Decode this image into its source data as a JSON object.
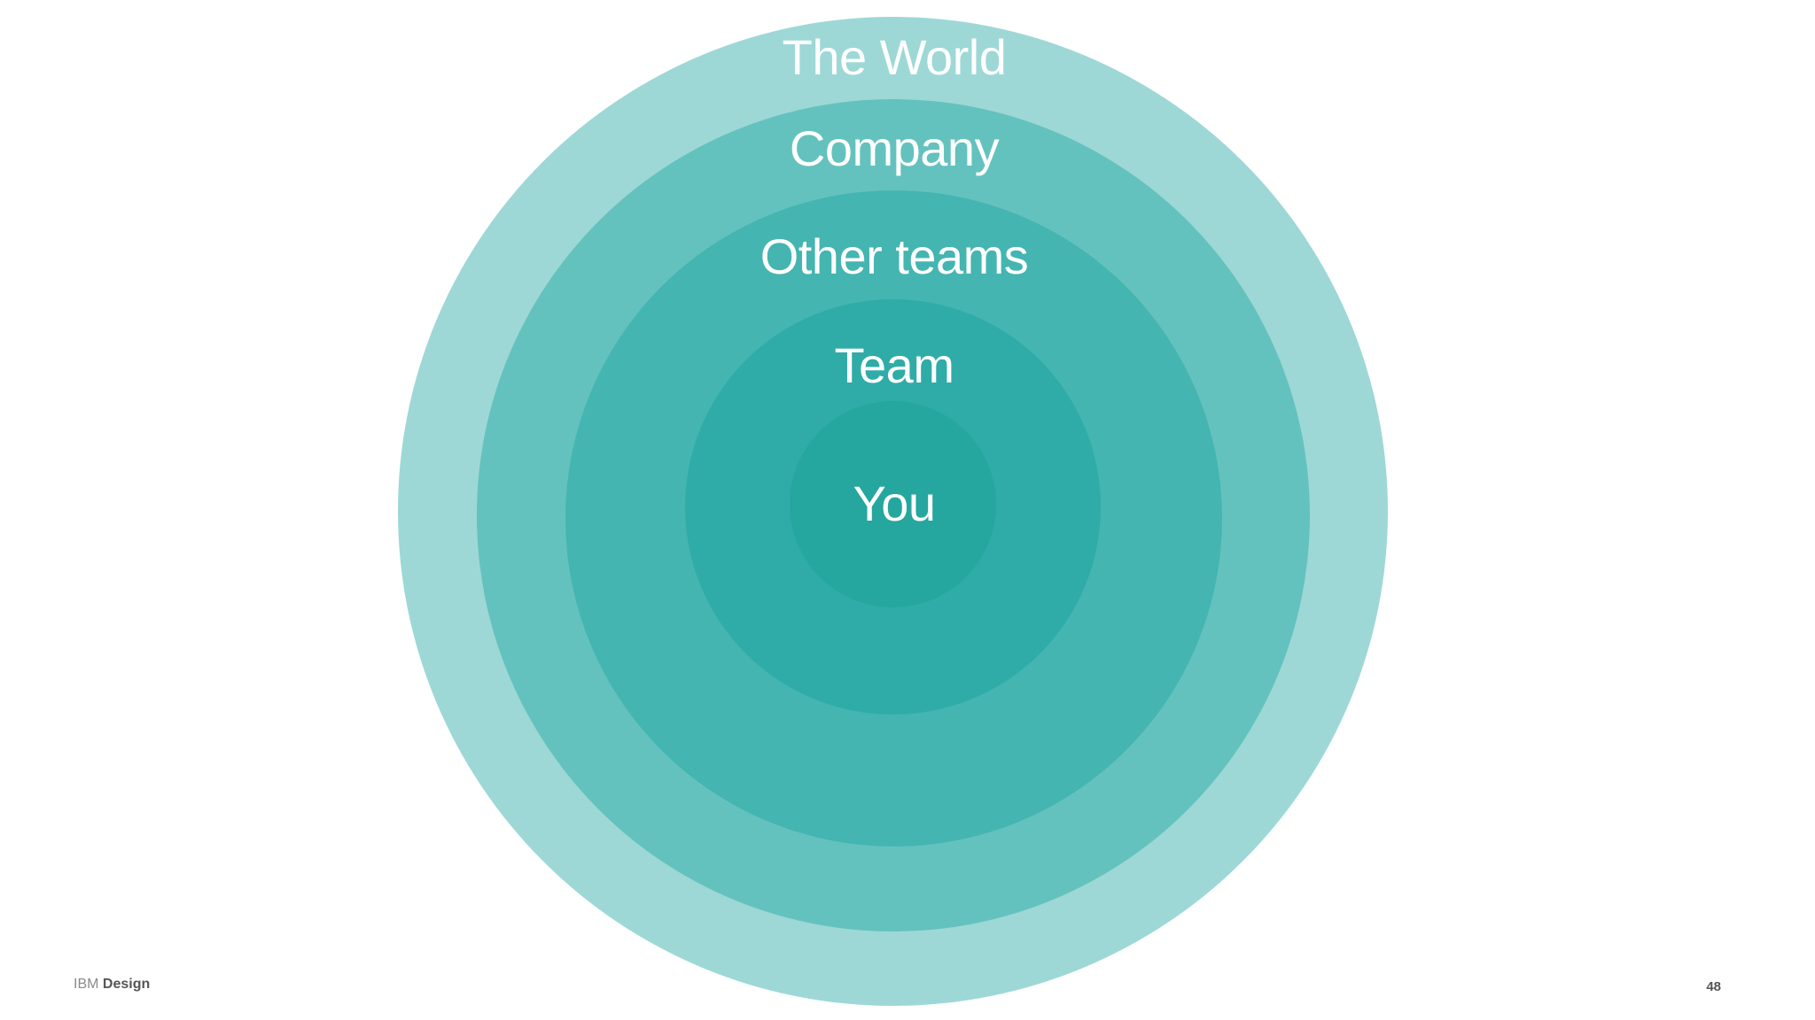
{
  "diagram": {
    "rings": [
      {
        "id": "world",
        "label": "The World",
        "color": "#9DD8D6"
      },
      {
        "id": "company",
        "label": "Company",
        "color": "#64C2BE"
      },
      {
        "id": "other",
        "label": "Other teams",
        "color": "#44B5B1"
      },
      {
        "id": "team",
        "label": "Team",
        "color": "#2FACA7"
      },
      {
        "id": "you",
        "label": "You",
        "color": "#25A69F"
      }
    ]
  },
  "footer": {
    "brand_light": "IBM",
    "brand_bold": "Design",
    "page_number": "48"
  }
}
